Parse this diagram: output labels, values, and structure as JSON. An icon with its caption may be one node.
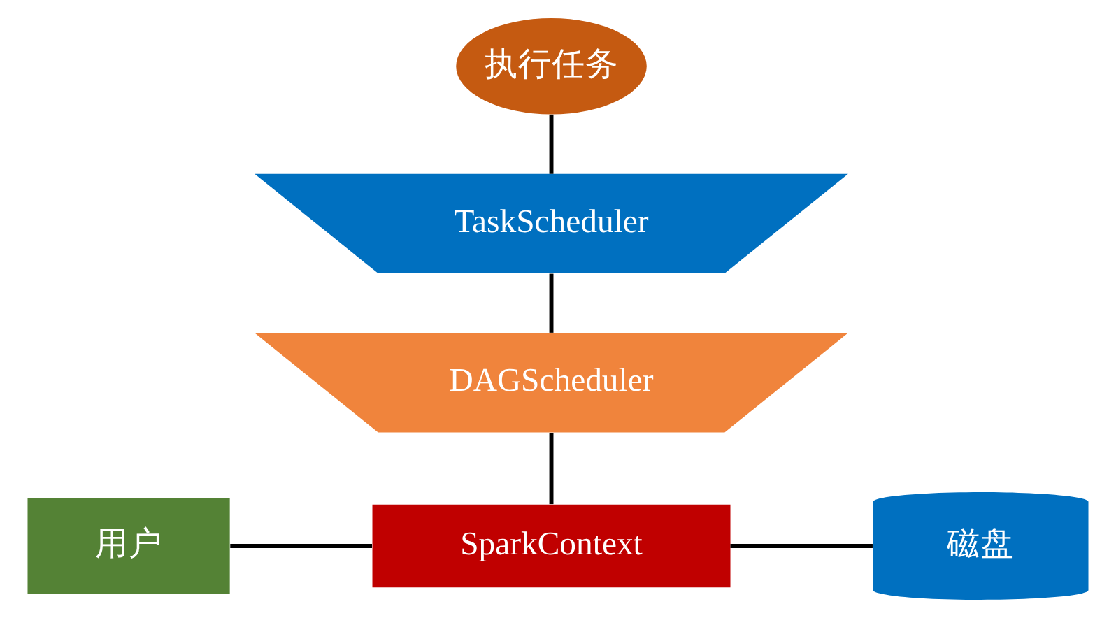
{
  "diagram": {
    "nodes": [
      {
        "text": [
          "执行任务"
        ]
      },
      {
        "text": [
          "TaskScheduler"
        ]
      },
      {
        "text": [
          "DAGScheduler"
        ]
      },
      {
        "text": [
          "用户"
        ]
      },
      {
        "text": [
          "SparkContext"
        ]
      },
      {
        "text": [
          "磁盘"
        ]
      }
    ],
    "edges": [
      {
        "from": 0,
        "to": 1,
        "arrow": "none"
      },
      {
        "from": 1,
        "to": 2,
        "arrow": "none"
      },
      {
        "from": 2,
        "to": 4,
        "arrow": "none"
      },
      {
        "from": 3,
        "to": 4,
        "arrow": "none"
      },
      {
        "from": 4,
        "to": 5,
        "arrow": "none"
      }
    ]
  }
}
